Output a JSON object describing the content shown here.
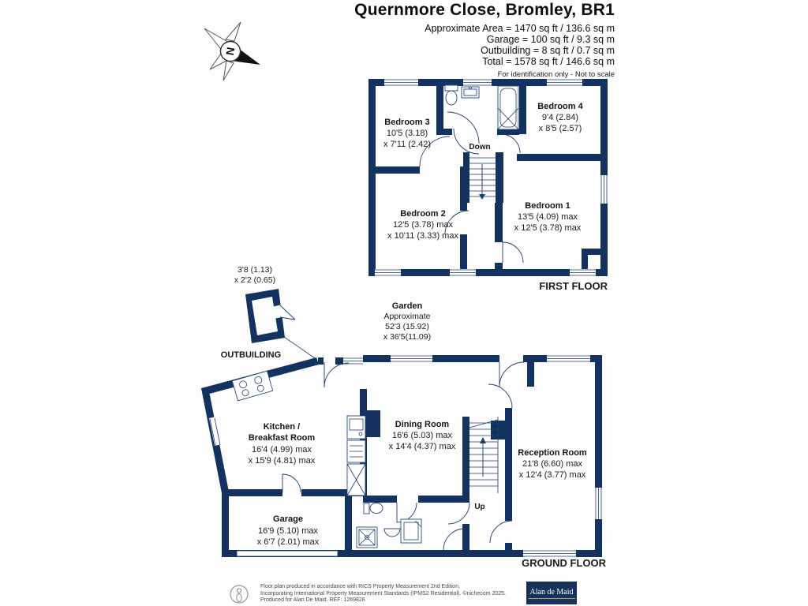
{
  "header": {
    "title": "Quernmore Close, Bromley, BR1",
    "line1": "Approximate Area = 1470 sq ft / 136.6 sq m",
    "line2": "Garage = 100 sq ft / 9.3 sq m",
    "line3": "Outbuilding = 8 sq ft / 0.7 sq m",
    "line4": "Total = 1578 sq ft / 146.6 sq m",
    "note": "For identification only - Not to scale"
  },
  "compass": {
    "north_label": "N"
  },
  "first_floor": {
    "label": "FIRST FLOOR",
    "stairs_label": "Down",
    "rooms": {
      "bedroom3": {
        "name": "Bedroom 3",
        "dim1": "10'5 (3.18)",
        "dim2": "x 7'11 (2.42)"
      },
      "bedroom4": {
        "name": "Bedroom 4",
        "dim1": "9'4 (2.84)",
        "dim2": "x 8'5 (2.57)"
      },
      "bedroom2": {
        "name": "Bedroom 2",
        "dim1": "12'5 (3.78) max",
        "dim2": "x 10'11 (3.33) max"
      },
      "bedroom1": {
        "name": "Bedroom 1",
        "dim1": "13'5 (4.09) max",
        "dim2": "x 12'5 (3.78) max"
      }
    }
  },
  "outbuilding": {
    "label": "OUTBUILDING",
    "dim1": "3'8 (1.13)",
    "dim2": "x 2'2 (0.65)"
  },
  "garden": {
    "name": "Garden",
    "line1": "Approximate",
    "line2": "52'3 (15.92)",
    "line3": "x 36'5(11.09)"
  },
  "ground_floor": {
    "label": "GROUND FLOOR",
    "stairs_label": "Up",
    "rooms": {
      "kitchen": {
        "name1": "Kitchen /",
        "name2": "Breakfast Room",
        "dim1": "16'4 (4.99) max",
        "dim2": "x 15'9 (4.81) max"
      },
      "dining": {
        "name": "Dining Room",
        "dim1": "16'6 (5.03) max",
        "dim2": "x 14'4 (4.37) max"
      },
      "reception": {
        "name": "Reception Room",
        "dim1": "21'8 (6.60) max",
        "dim2": "x 12'4 (3.77) max"
      },
      "garage": {
        "name": "Garage",
        "dim1": "16'9 (5.10) max",
        "dim2": "x 6'7 (2.01) max"
      }
    }
  },
  "footer": {
    "line1": "Floor plan produced in accordance with RICS Property Measurement 2nd Edition,",
    "line2": "Incorporating International Property Measurement Standards (IPMS2 Residential).  ©nichecom 2025.",
    "line3": "Produced for Alan De Maid.   REF: 1269828",
    "logo_text": "Alan de Maid"
  },
  "colors": {
    "wall": "#14325f",
    "logo_bg": "#16325c",
    "logo_underline": "#b5a14f"
  }
}
